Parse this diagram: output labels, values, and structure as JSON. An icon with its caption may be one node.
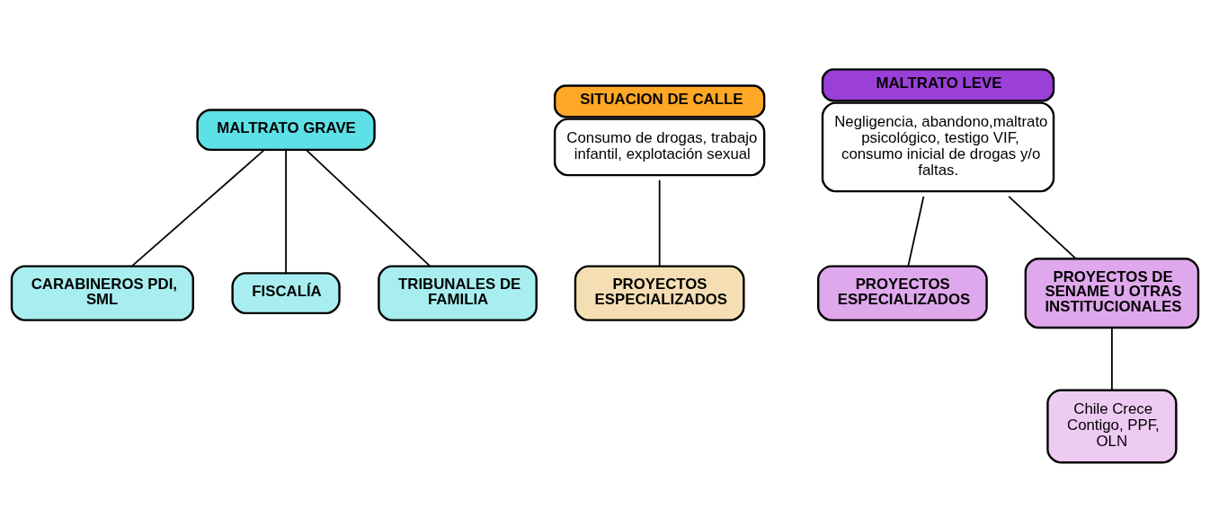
{
  "diagram": {
    "nodes": [
      {
        "text": [
          "MALTRATO GRAVE"
        ]
      },
      {
        "text": [
          "CARABINEROS PDI, SML"
        ]
      },
      {
        "text": [
          "FISCALÍA"
        ]
      },
      {
        "text": [
          "TRIBUNALES DE FAMILIA"
        ]
      },
      {
        "text": [
          "SITUACION DE CALLE",
          "Consumo de drogas, trabajo infantil, explotación sexual"
        ]
      },
      {
        "text": [
          "PROYECTOS ESPECIALIZADOS"
        ]
      },
      {
        "text": [
          "MALTRATO LEVE",
          "Negligencia, abandono,maltrato psicológico, testigo VIF, consumo inicial de drogas y/o faltas."
        ]
      },
      {
        "text": [
          "PROYECTOS ESPECIALIZADOS"
        ]
      },
      {
        "text": [
          "PROYECTOS DE SENAME U OTRAS INSTITUCIONALES"
        ]
      },
      {
        "text": [
          "Chile Crece Contigo, PPF, OLN"
        ]
      }
    ],
    "edges": [
      {
        "from": 0,
        "to": 1,
        "arrow": "none"
      },
      {
        "from": 0,
        "to": 2,
        "arrow": "none"
      },
      {
        "from": 0,
        "to": 3,
        "arrow": "none"
      },
      {
        "from": 4,
        "to": 5,
        "arrow": "none"
      },
      {
        "from": 6,
        "to": 7,
        "arrow": "none"
      },
      {
        "from": 6,
        "to": 8,
        "arrow": "none"
      },
      {
        "from": 8,
        "to": 9,
        "arrow": "none"
      }
    ]
  }
}
